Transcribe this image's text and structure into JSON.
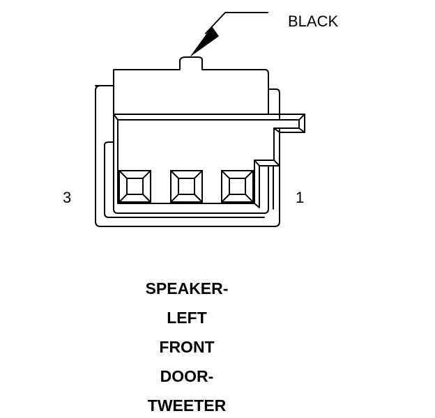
{
  "diagram": {
    "color_label": "BLACK",
    "pins": {
      "left": "3",
      "right": "1"
    },
    "title_lines": [
      "SPEAKER-",
      "LEFT",
      "FRONT",
      "DOOR-",
      "TWEETER"
    ],
    "colors": {
      "stroke": "#000000",
      "background": "#ffffff"
    }
  }
}
